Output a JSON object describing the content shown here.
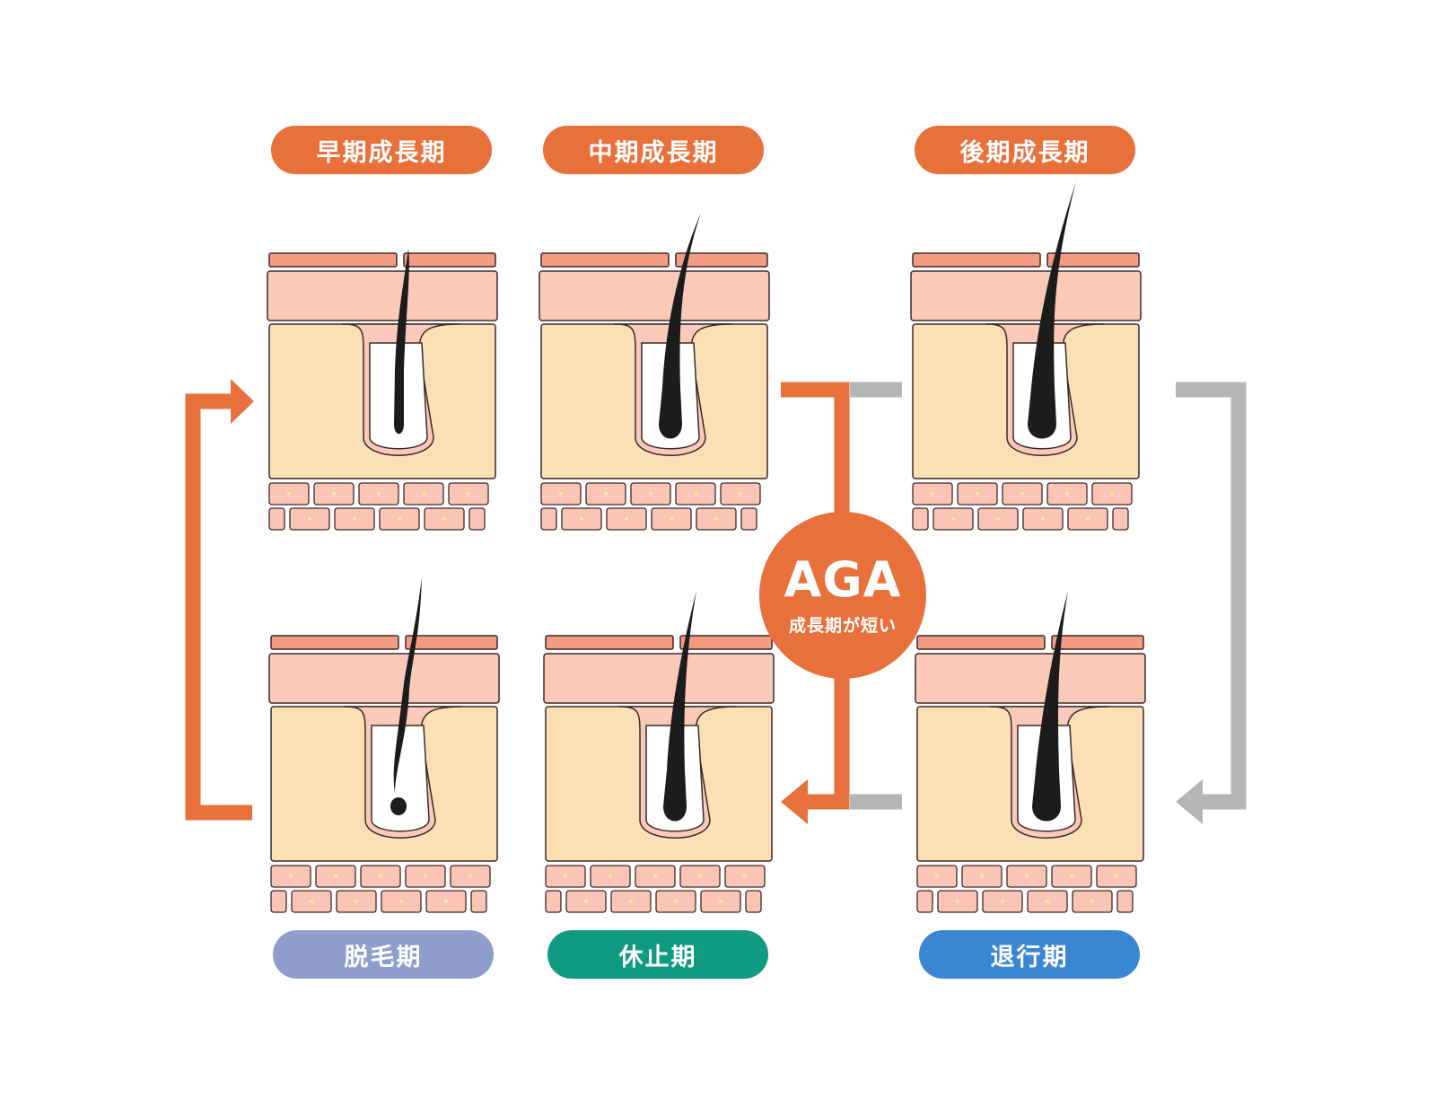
{
  "stages": {
    "early_anagen": "早期成長期",
    "mid_anagen": "中期成長期",
    "late_anagen": "後期成長期",
    "exogen": "脱毛期",
    "telogen": "休止期",
    "catagen": "退行期"
  },
  "aga": {
    "title": "AGA",
    "subtitle": "成長期が短い"
  },
  "colors": {
    "accent_orange": "#E8703A",
    "exogen_purple": "#8E9DCB",
    "telogen_teal": "#109A82",
    "catagen_blue": "#3A86D2",
    "arrow_gray": "#B5B5B5",
    "epidermis_top": "#F49C82",
    "dermis_upper": "#FAC9B8",
    "dermis_lower": "#FBE0B5",
    "cell_fill": "#FBC5B6",
    "hair": "#1C1C1C"
  }
}
